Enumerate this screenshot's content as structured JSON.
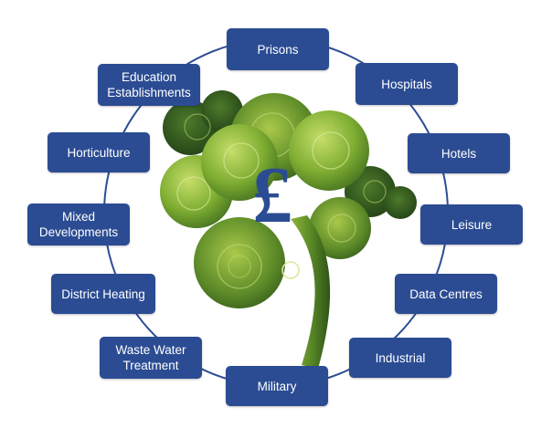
{
  "center": {
    "symbol": "£",
    "illustration": "tree-icon"
  },
  "colors": {
    "box_fill": "#2b4c93",
    "box_text": "#ffffff",
    "ring": "#2b4c93",
    "leaf_light": "#9bbf3e",
    "leaf_mid": "#5f8d2a",
    "leaf_dark": "#22451a",
    "symbol": "#2b4c93"
  },
  "sectors": [
    {
      "id": "prisons",
      "label": "Prisons"
    },
    {
      "id": "hospitals",
      "label": "Hospitals"
    },
    {
      "id": "hotels",
      "label": "Hotels"
    },
    {
      "id": "leisure",
      "label": "Leisure"
    },
    {
      "id": "data-centres",
      "label": "Data Centres"
    },
    {
      "id": "industrial",
      "label": "Industrial"
    },
    {
      "id": "military",
      "label": "Military"
    },
    {
      "id": "waste-water-treatment",
      "label": "Waste Water\nTreatment"
    },
    {
      "id": "district-heating",
      "label": "District Heating"
    },
    {
      "id": "mixed-developments",
      "label": "Mixed\nDevelopments"
    },
    {
      "id": "horticulture",
      "label": "Horticulture"
    },
    {
      "id": "education-establishments",
      "label": "Education\nEstablishments"
    }
  ]
}
